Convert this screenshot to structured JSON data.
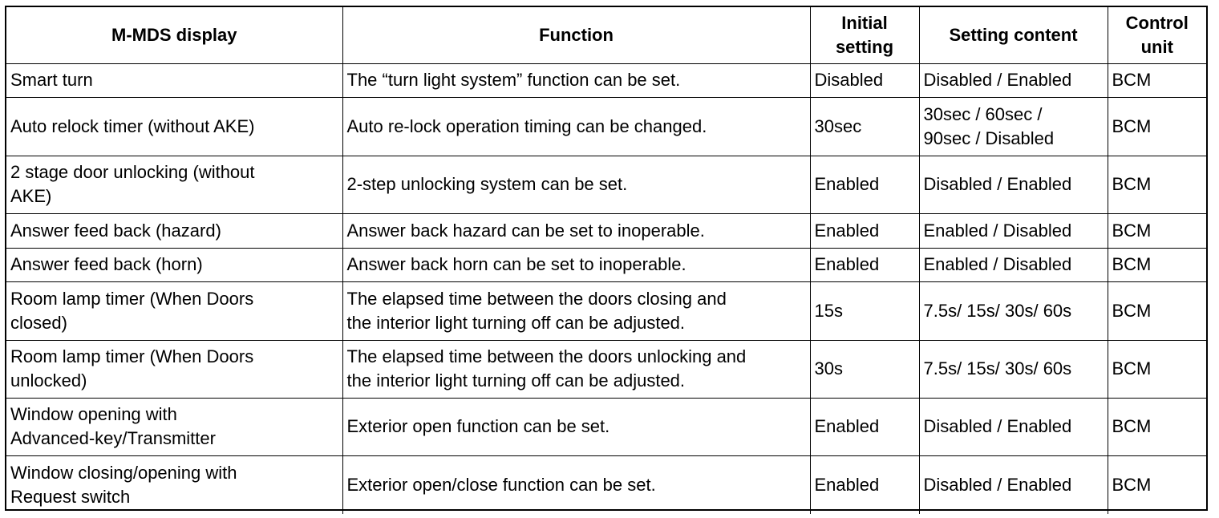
{
  "table": {
    "headers": {
      "display": "M-MDS display",
      "function": "Function",
      "initial": "Initial\nsetting",
      "content": "Setting content",
      "unit": "Control\nunit"
    },
    "rows": [
      {
        "display": "Smart turn",
        "function": "The “turn light system” function can be set.",
        "initial": "Disabled",
        "content": "Disabled / Enabled",
        "unit": "BCM"
      },
      {
        "display": "Auto relock timer (without AKE)",
        "function": "Auto re-lock operation timing can be changed.",
        "initial": "30sec",
        "content": "30sec / 60sec /\n90sec / Disabled",
        "unit": "BCM"
      },
      {
        "display": "2 stage door unlocking (without\nAKE)",
        "function": "2-step unlocking system can be set.",
        "initial": "Enabled",
        "content": "Disabled / Enabled",
        "unit": "BCM"
      },
      {
        "display": "Answer feed back (hazard)",
        "function": "Answer back hazard can be set to inoperable.",
        "initial": "Enabled",
        "content": "Enabled / Disabled",
        "unit": "BCM"
      },
      {
        "display": "Answer feed back (horn)",
        "function": "Answer back horn can be set to inoperable.",
        "initial": "Enabled",
        "content": "Enabled / Disabled",
        "unit": "BCM"
      },
      {
        "display": "Room lamp timer (When Doors\nclosed)",
        "function": "The elapsed time between the doors closing and\nthe interior light turning off can be adjusted.",
        "initial": "15s",
        "content": "7.5s/ 15s/ 30s/ 60s",
        "unit": "BCM"
      },
      {
        "display": "Room lamp timer (When Doors\nunlocked)",
        "function": "The elapsed time between the doors unlocking and\nthe interior light turning off can be adjusted.",
        "initial": "30s",
        "content": "7.5s/ 15s/ 30s/ 60s",
        "unit": "BCM"
      },
      {
        "display": "Window opening with\nAdvanced-key/Transmitter",
        "function": "Exterior open function can be set.",
        "initial": "Enabled",
        "content": "Disabled / Enabled",
        "unit": "BCM"
      },
      {
        "display": "Window closing/opening with\nRequest switch",
        "function": "Exterior open/close function can be set.",
        "initial": "Enabled",
        "content": "Disabled / Enabled",
        "unit": "BCM"
      }
    ]
  }
}
